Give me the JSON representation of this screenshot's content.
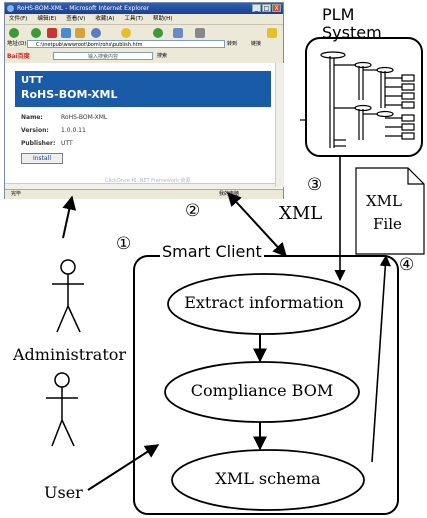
{
  "browser": {
    "title": "RoHS-BOM-XML - Microsoft Internet Explorer",
    "window_buttons": [
      "_",
      "□",
      "X"
    ],
    "menu": [
      "文件(F)",
      "编辑(E)",
      "查看(V)",
      "收藏(A)",
      "工具(T)",
      "帮助(H)"
    ],
    "address_label": "地址(D)",
    "address_value": "C:\\inetpub\\wwwroot\\bom\\rohs\\publish.htm",
    "goto_label": "转到",
    "links_label": "链接",
    "search_brand": "Bai百度",
    "search_placeholder": "输入搜索内容",
    "search_button": "搜索",
    "app_sub": "UTT",
    "app_title": "RoHS-BOM-XML",
    "fields": [
      {
        "label": "Name:",
        "value": "RoHS-BOM-XML"
      },
      {
        "label": "Version:",
        "value": "1.0.0.11"
      },
      {
        "label": "Publisher:",
        "value": "UTT"
      }
    ],
    "install_label": "Install",
    "footer_note": "ClickOnce 和 .NET Framework 资源",
    "status_left": "完毕",
    "status_right": "我的电脑"
  },
  "diagram": {
    "plm_title_line1": "PLM",
    "plm_title_line2": "System",
    "xml_label": "XML",
    "xml_file_line1": "XML",
    "xml_file_line2": "File",
    "smart_client_label": "Smart Client",
    "admin_label": "Administrator",
    "user_label": "User",
    "steps": [
      "①",
      "②",
      "③",
      "④"
    ],
    "process": [
      "Extract information",
      "Compliance BOM",
      "XML schema"
    ]
  }
}
